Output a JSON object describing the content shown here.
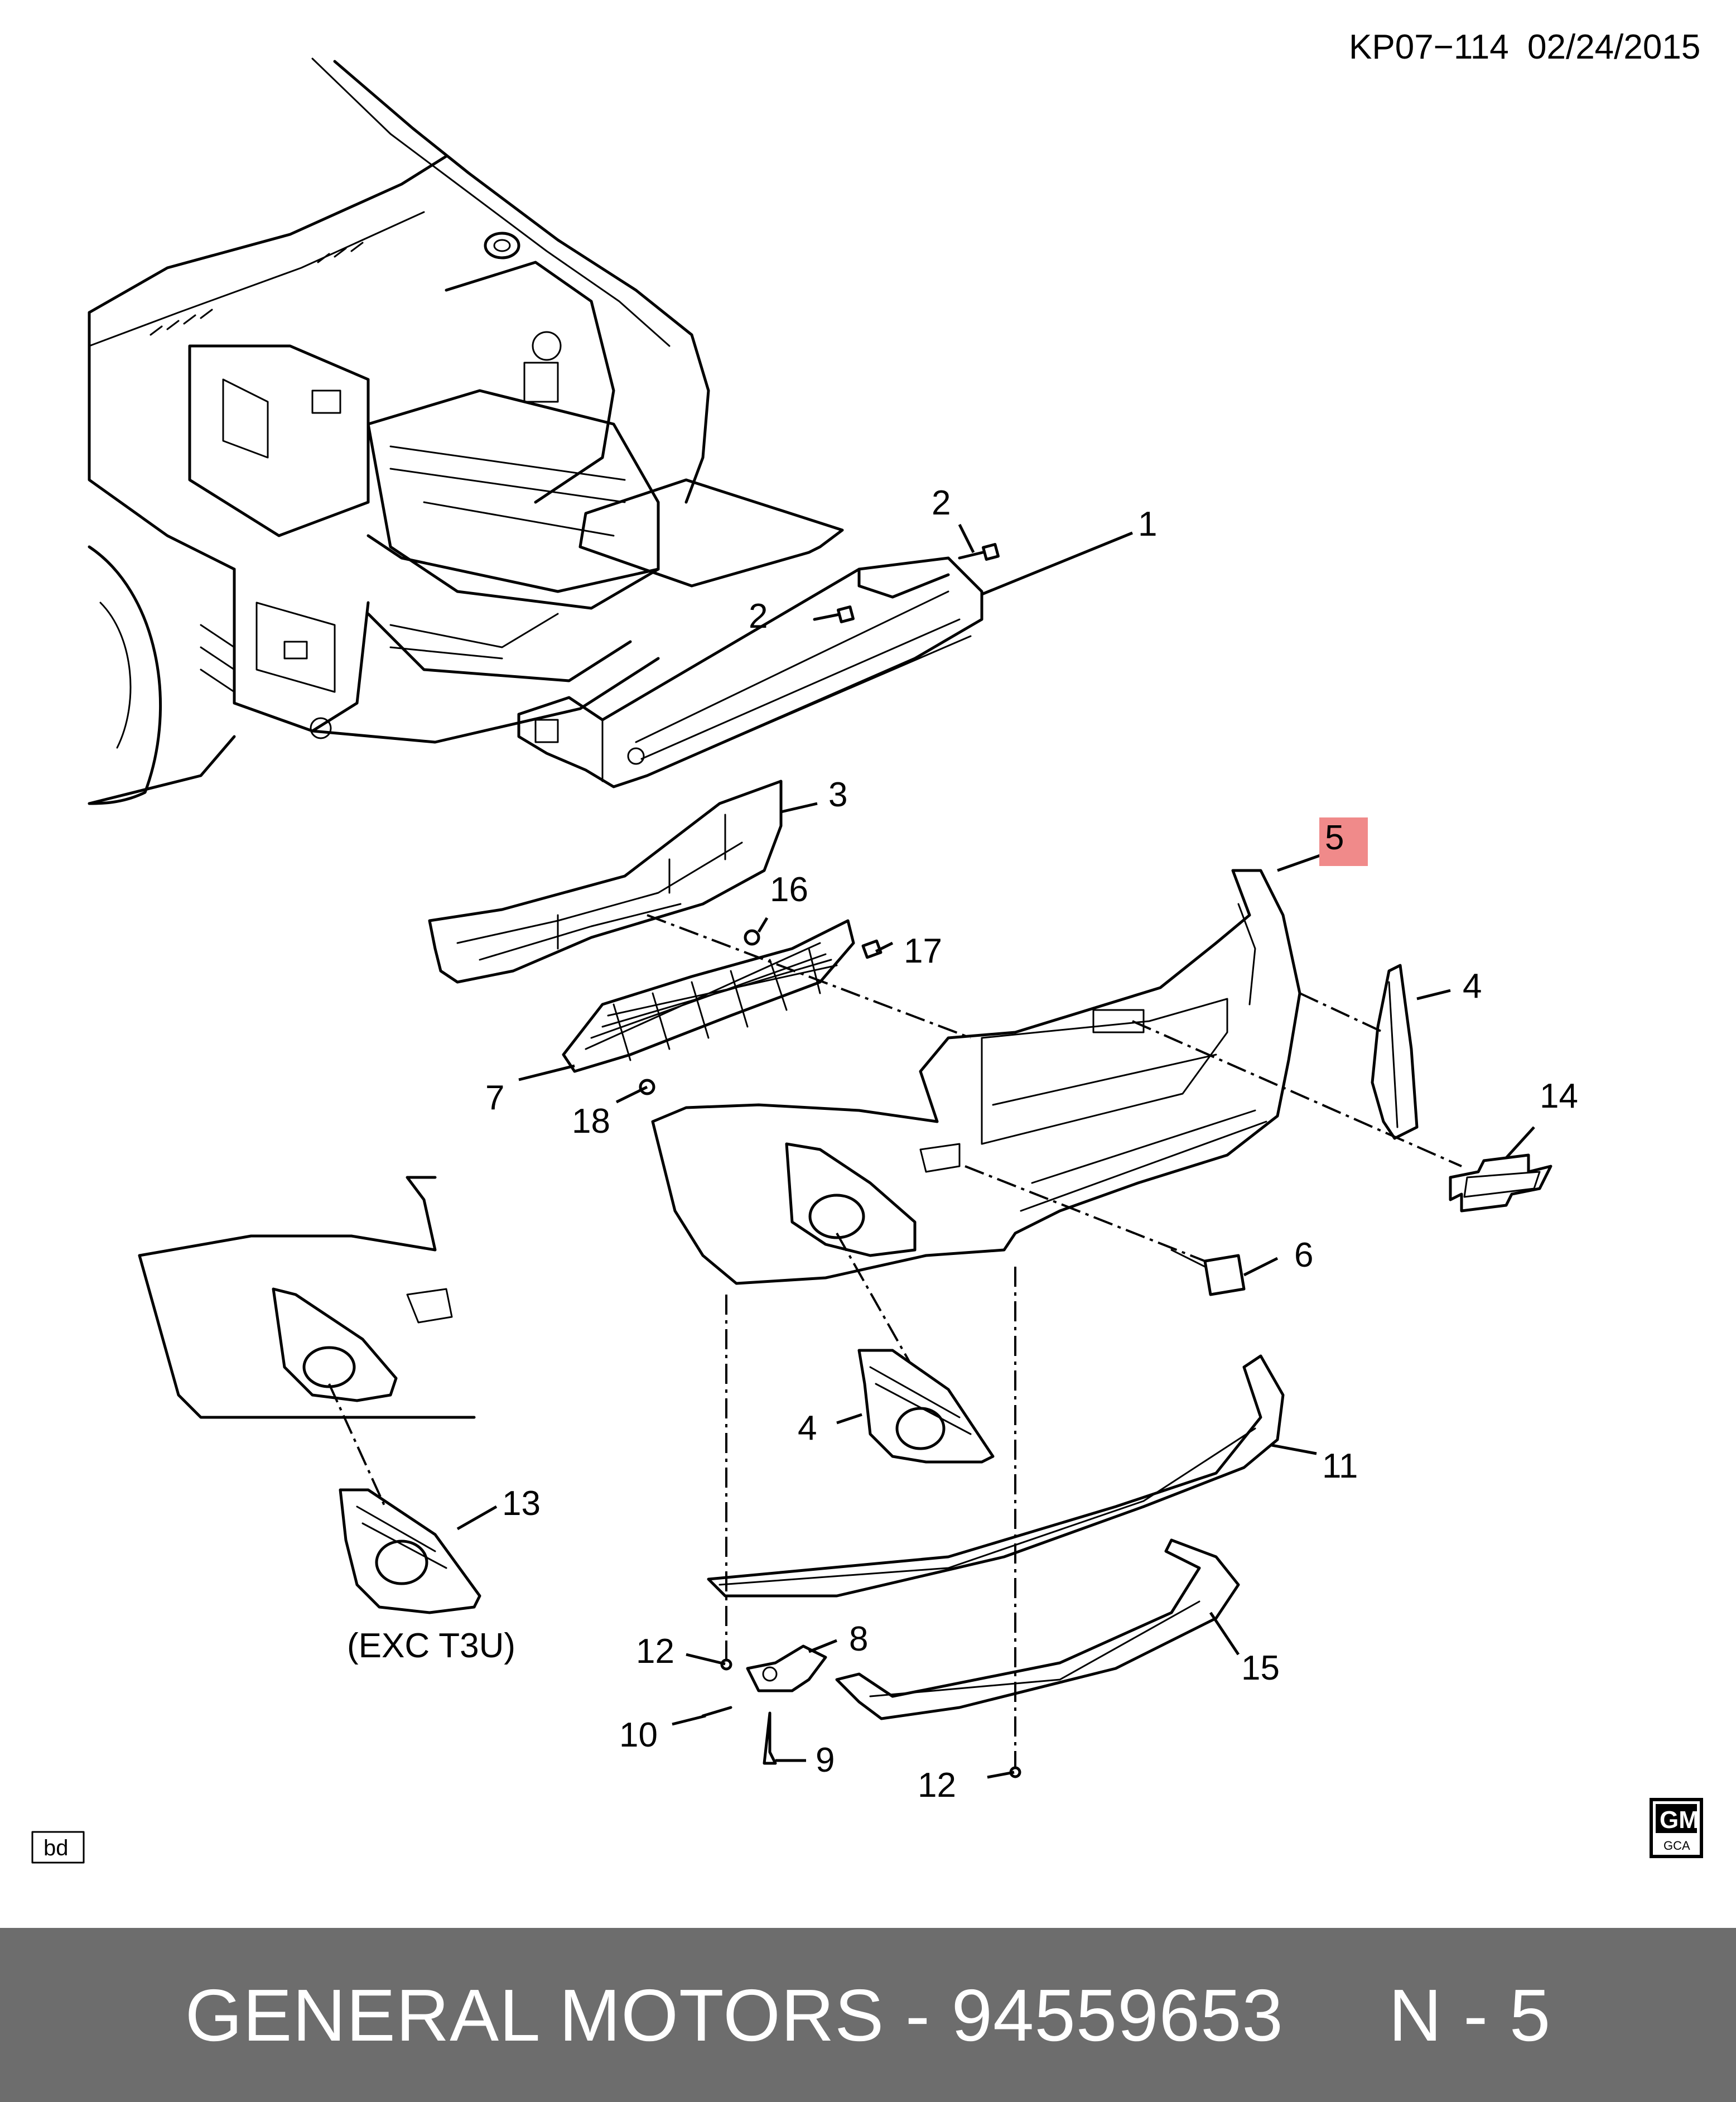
{
  "header": {
    "diagram_id": "KP07−114",
    "date": "02/24/2015"
  },
  "callouts": [
    {
      "number": "1",
      "part": "bumper-impact-bar"
    },
    {
      "number": "2",
      "part": "bolt"
    },
    {
      "number": "2",
      "part": "bolt"
    },
    {
      "number": "3",
      "part": "energy-absorber"
    },
    {
      "number": "4",
      "part": "fog-lamp-bezel"
    },
    {
      "number": "4",
      "part": "fog-lamp-bezel"
    },
    {
      "number": "5",
      "part": "front-bumper-fascia",
      "highlight_color": "#f08a8a"
    },
    {
      "number": "6",
      "part": "tow-eye-cover"
    },
    {
      "number": "7",
      "part": "grille"
    },
    {
      "number": "8",
      "part": "bracket"
    },
    {
      "number": "9",
      "part": "bolt"
    },
    {
      "number": "10",
      "part": "bolt"
    },
    {
      "number": "11",
      "part": "lower-air-deflector"
    },
    {
      "number": "12",
      "part": "rivet"
    },
    {
      "number": "12",
      "part": "rivet"
    },
    {
      "number": "13",
      "part": "fog-lamp-bezel-alt"
    },
    {
      "number": "14",
      "part": "emblem"
    },
    {
      "number": "15",
      "part": "lower-fascia-extension"
    },
    {
      "number": "16",
      "part": "clip"
    },
    {
      "number": "17",
      "part": "nut"
    },
    {
      "number": "18",
      "part": "clip"
    }
  ],
  "variant_note": "(EXC T3U)",
  "corner_badge": "bd",
  "gm_logo": {
    "top": "GM",
    "bottom": "GCA"
  },
  "footer": {
    "text": "GENERAL MOTORS - 94559653     N - 5",
    "background": "#6d6d6d",
    "text_color": "#ffffff"
  }
}
